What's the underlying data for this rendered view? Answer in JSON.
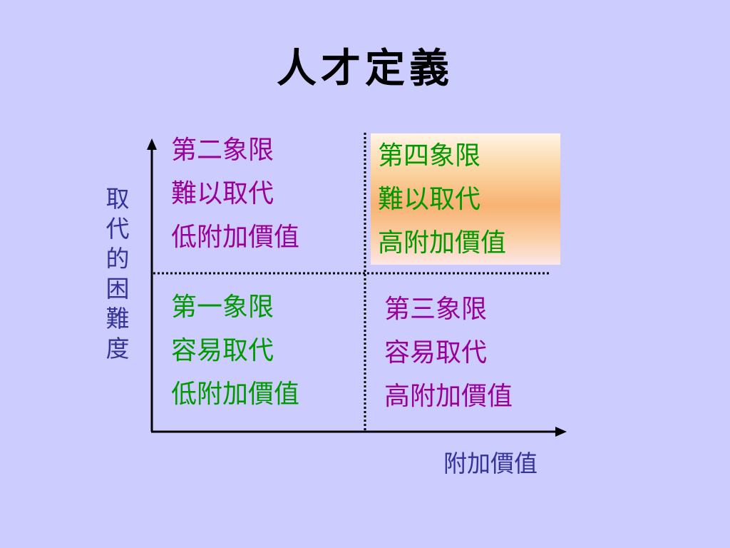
{
  "title": "人才定義",
  "axes": {
    "y_label": "取代的困難度",
    "x_label": "附加價值"
  },
  "quadrants": {
    "q2": {
      "name": "第二象限",
      "line1": "難以取代",
      "line2": "低附加價值",
      "color": "#990099"
    },
    "q4": {
      "name": "第四象限",
      "line1": "難以取代",
      "line2": "高附加價值",
      "color": "#009900"
    },
    "q1": {
      "name": "第一象限",
      "line1": "容易取代",
      "line2": "低附加價值",
      "color": "#009900"
    },
    "q3": {
      "name": "第三象限",
      "line1": "容易取代",
      "line2": "高附加價值",
      "color": "#990099"
    }
  },
  "colors": {
    "background": "#ccccff",
    "axis": "#000000",
    "axis_label": "#333399",
    "highlight_quadrant": "q4"
  }
}
